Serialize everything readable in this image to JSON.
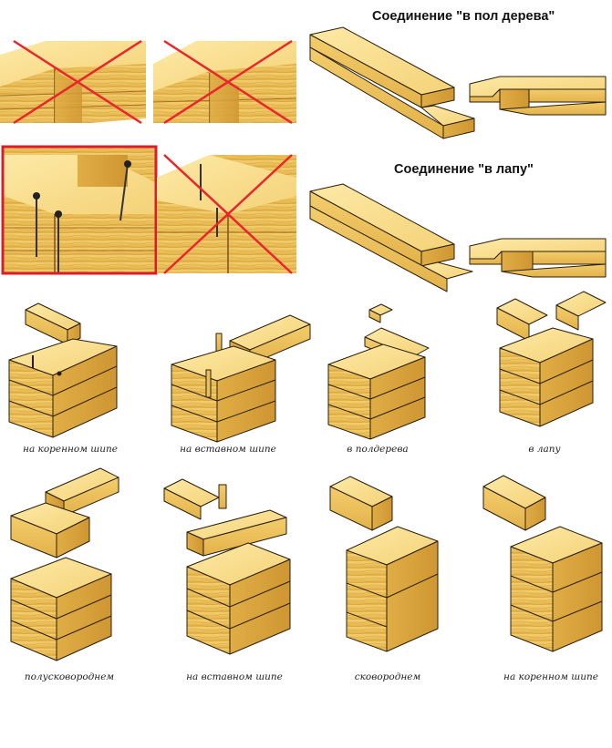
{
  "titles": {
    "half_wood": "Соединение \"в пол дерева\"",
    "paw": "Соединение \"в лапу\""
  },
  "captions": {
    "row1": [
      "на коренном шипе",
      "на вставном шипе",
      "в полдерева",
      "в лапу"
    ],
    "row2": [
      "полусковороднем",
      "на вставном шипе",
      "сковороднем",
      "на коренном шипе"
    ]
  },
  "colors": {
    "wood_top": "#fbe08c",
    "wood_front": "#efc45c",
    "wood_side": "#dba43c",
    "outline": "#2a1f0e",
    "cross": "#e8262c",
    "frame": "#d81e28"
  }
}
